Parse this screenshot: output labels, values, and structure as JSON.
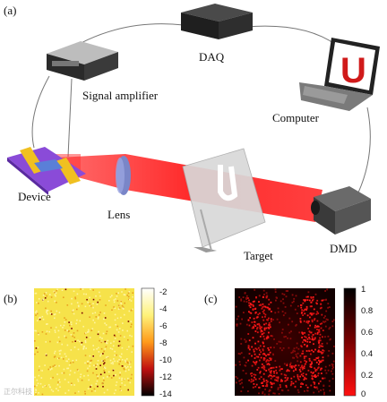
{
  "panels": {
    "a": "(a)",
    "b": "(b)",
    "c": "(c)"
  },
  "labels": {
    "daq": "DAQ",
    "signal_amplifier": "Signal amplifier",
    "computer": "Computer",
    "device": "Device",
    "lens": "Lens",
    "target": "Target",
    "dmd": "DMD",
    "screen_letter": "U"
  },
  "colorbars": {
    "b": {
      "ticks": [
        "-2",
        "-4",
        "-6",
        "-8",
        "-10",
        "-12",
        "-14"
      ]
    },
    "c": {
      "ticks": [
        "1",
        "0.8",
        "0.6",
        "0.4",
        "0.2",
        "0"
      ]
    }
  },
  "watermark": "正尔科技",
  "colors": {
    "beam": "#ff2a2a",
    "device_substrate": "#8a4bd8",
    "electrode": "#f0c020",
    "image_c_glow": "#e02020"
  }
}
